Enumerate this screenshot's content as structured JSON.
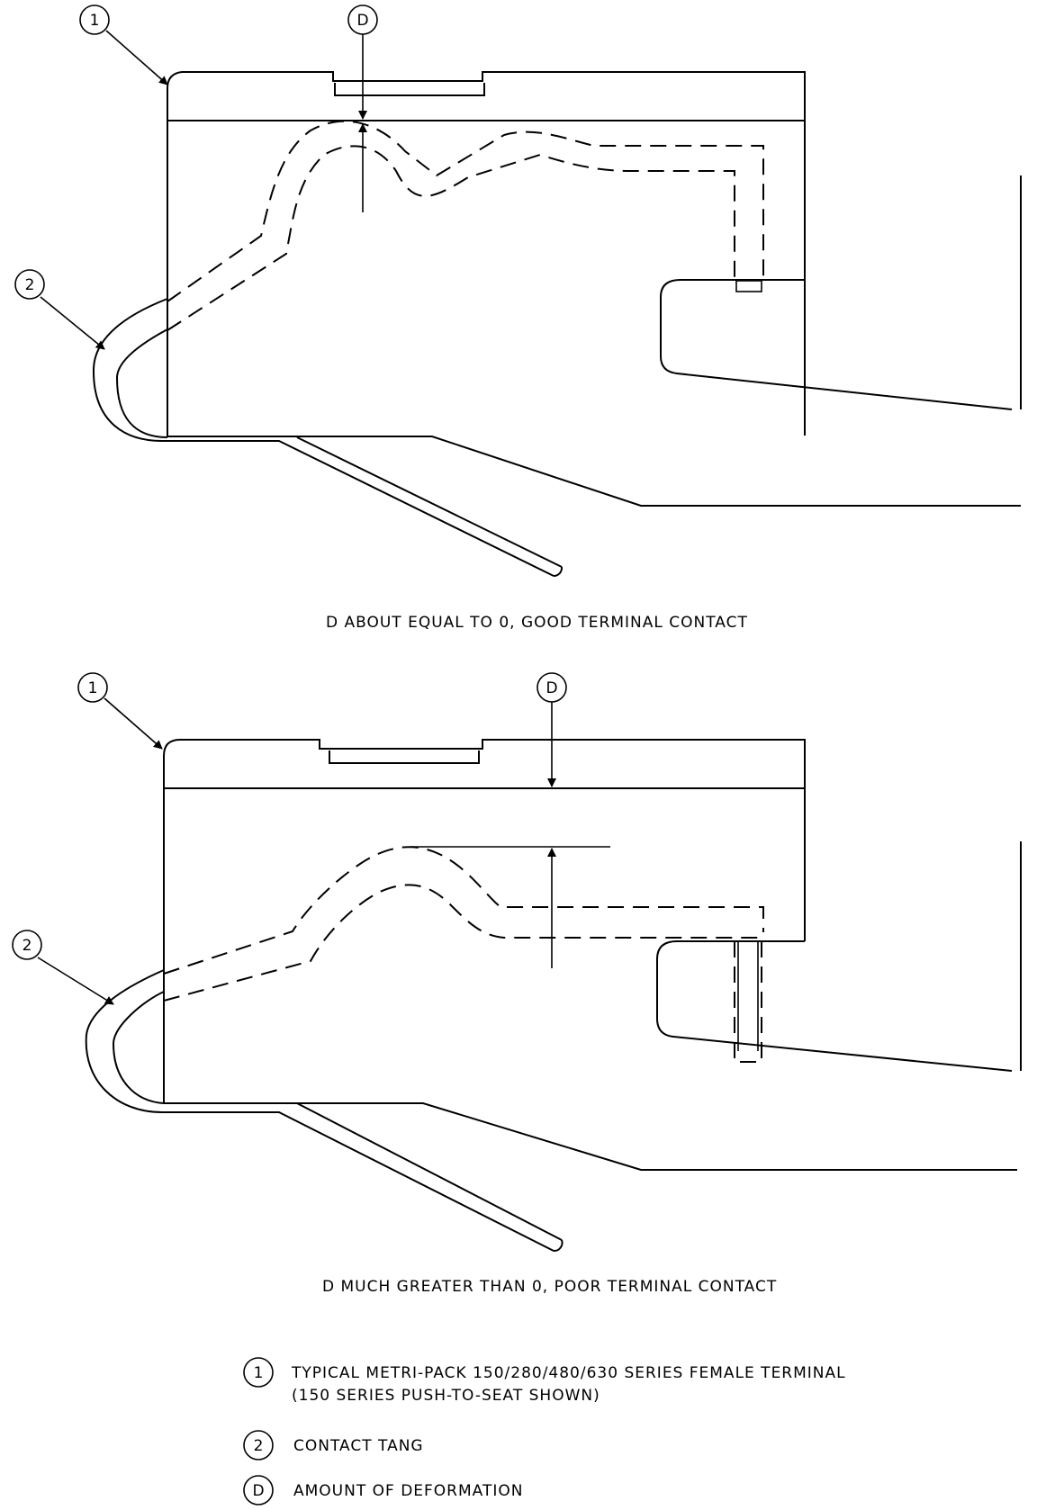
{
  "top_figure": {
    "callout_1": "1",
    "callout_2": "2",
    "callout_d": "D",
    "caption": "D ABOUT EQUAL TO 0, GOOD TERMINAL CONTACT"
  },
  "bottom_figure": {
    "callout_1": "1",
    "callout_2": "2",
    "callout_d": "D",
    "caption": "D MUCH GREATER THAN 0, POOR TERMINAL CONTACT"
  },
  "legend": {
    "items": [
      {
        "tag": "1",
        "line1": "TYPICAL METRI-PACK 150/280/480/630 SERIES FEMALE TERMINAL",
        "line2": "(150 SERIES PUSH-TO-SEAT SHOWN)"
      },
      {
        "tag": "2",
        "line1": "CONTACT TANG",
        "line2": ""
      },
      {
        "tag": "D",
        "line1": "AMOUNT OF DEFORMATION",
        "line2": ""
      }
    ]
  }
}
